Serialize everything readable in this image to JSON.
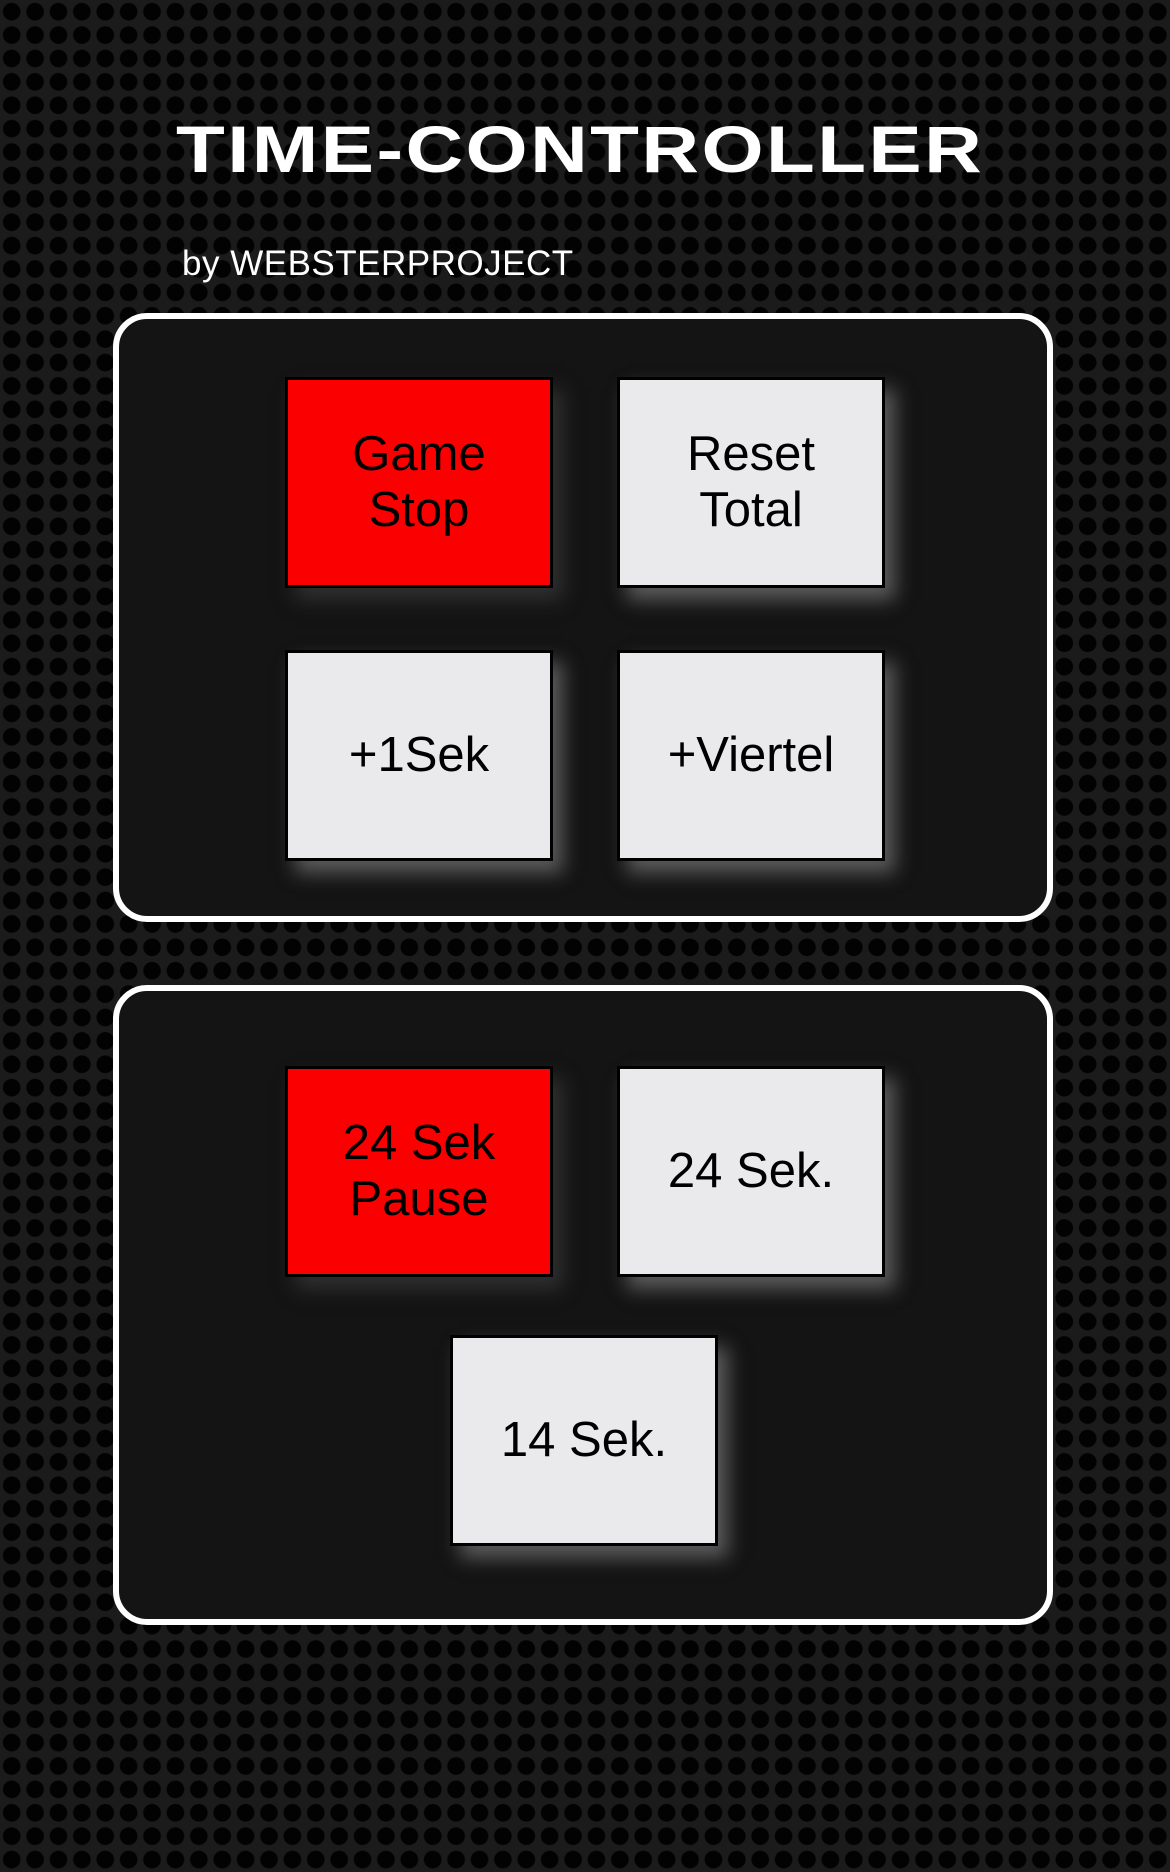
{
  "header": {
    "title": "TIME-CONTROLLER",
    "byline": "by WEBSTERPROJECT"
  },
  "colors": {
    "page_background": "#1b1b1b",
    "dot": "#020202",
    "panel_background": "#141414",
    "panel_border": "#ffffff",
    "button_red": "#fb0000",
    "button_light": "#eaeaed",
    "button_border": "#000000",
    "button_text": "#000000",
    "title_text": "#ffffff"
  },
  "panels": [
    {
      "name": "game-time-panel",
      "buttons": [
        {
          "id": "game-stop",
          "label": "Game\nStop",
          "color": "red"
        },
        {
          "id": "reset-total",
          "label": "Reset\nTotal",
          "color": "light"
        },
        {
          "id": "plus-1sek",
          "label": "+1Sek",
          "color": "light"
        },
        {
          "id": "plus-viertel",
          "label": "+Viertel",
          "color": "light"
        }
      ]
    },
    {
      "name": "shot-clock-panel",
      "buttons": [
        {
          "id": "24-sek-pause",
          "label": "24 Sek\nPause",
          "color": "red"
        },
        {
          "id": "24-sek",
          "label": "24 Sek.",
          "color": "light"
        },
        {
          "id": "14-sek",
          "label": "14 Sek.",
          "color": "light"
        }
      ]
    }
  ]
}
